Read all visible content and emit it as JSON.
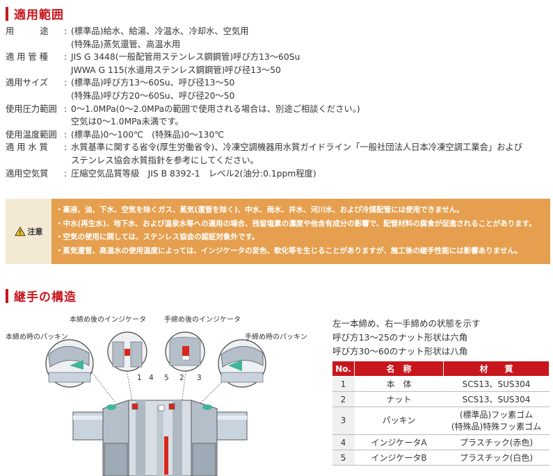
{
  "applicability": {
    "title": "適用範囲",
    "rows": [
      {
        "label": "用　　　途",
        "lines": [
          "(標準品)給水、給湯、冷温水、冷却水、空気用",
          "(特殊品)蒸気還管、高温水用"
        ]
      },
      {
        "label": "適 用 管 種",
        "lines": [
          "JIS G 3448(一般配管用ステンレス鋼鋼管)呼び方13～60Su",
          "JWWA G 115(水道用ステンレス鋼鋼管)呼び径13～50"
        ]
      },
      {
        "label": "適用サイズ",
        "lines": [
          "(標準品)呼び方13～60Su、呼び径13～50",
          "(特殊品)呼び方20～60Su、呼び径20～50"
        ]
      },
      {
        "label": "使用圧力範囲",
        "lines": [
          "0～1.0MPa(0～2.0MPaの範囲で使用される場合は、別途ご相談ください。)",
          "空気は0～1.0MPa未満です。"
        ]
      },
      {
        "label": "使用温度範囲",
        "lines": [
          "(標準品)0～100℃　(特殊品)0～130℃"
        ]
      },
      {
        "label": "適 用 水 質",
        "lines": [
          "水質基準に関する省令(厚生労働省令)、冷凍空調機器用水質ガイドライン「一般社団法人日本冷凍空調工業会」および",
          "ステンレス協会水質指針を参考にしてください。"
        ]
      },
      {
        "label": "適用空気質",
        "lines": [
          "圧縮空気品質等級　JIS B 8392-1　レベル2(油分:0.1ppm程度)"
        ]
      }
    ]
  },
  "caution": {
    "label": "注意",
    "items": [
      "・薬液、油、下水、空気を除くガス、蒸気(還管を除く)、中水、雨水、井水、河川水、および冷媒配管には使用できません。",
      "・中水(再生水)、地下水、および温泉水等への適用の場合、残留塩素の濃度や他含有成分の影響で、配管材料の腐食が促進されることがあります。",
      "・空気の使用に関しては、ステンレス協会の認証対象外です。",
      "・蒸気還管、高温水の使用温度によっては、インジケータの変色、軟化等を生じることがありますが、施工後の継手性能には影響ありません。"
    ]
  },
  "structure": {
    "title": "継手の構造",
    "callouts": {
      "main_tightened": "本締め後のインジケータ",
      "hand_tightened": "手締め後のインジケータ",
      "main_packing": "本締め時のパッキン",
      "hand_packing": "手締め時のパッキン"
    },
    "part_numbers": [
      "1",
      "4",
      "5",
      "2",
      "3"
    ],
    "notes": [
      "左一本締め、右一手締めの状態を示す",
      "呼び方13～25のナット形状は六角",
      "呼び方30～60のナット形状は八角"
    ],
    "table": {
      "headers": [
        "No.",
        "名　称",
        "材　　質"
      ],
      "rows": [
        {
          "no": "1",
          "name": "本　体",
          "material": [
            "SCS13、SUS304"
          ]
        },
        {
          "no": "2",
          "name": "ナット",
          "material": [
            "SCS13、SUS304"
          ]
        },
        {
          "no": "3",
          "name": "パッキン",
          "material": [
            "(標準品)フッ素ゴム",
            "(特殊品)特殊フッ素ゴム"
          ]
        },
        {
          "no": "4",
          "name": "インジケータA",
          "material": [
            "プラスチック(赤色)"
          ]
        },
        {
          "no": "5",
          "name": "インジケータB",
          "material": [
            "プラスチック(白色)"
          ]
        }
      ]
    }
  },
  "colors": {
    "accent": "#c8161d",
    "caution_bg": "#e59f4e",
    "caution_label_bg": "#f4ead4",
    "indicator_a": "#d9261c",
    "packing": "#3fb59b"
  }
}
